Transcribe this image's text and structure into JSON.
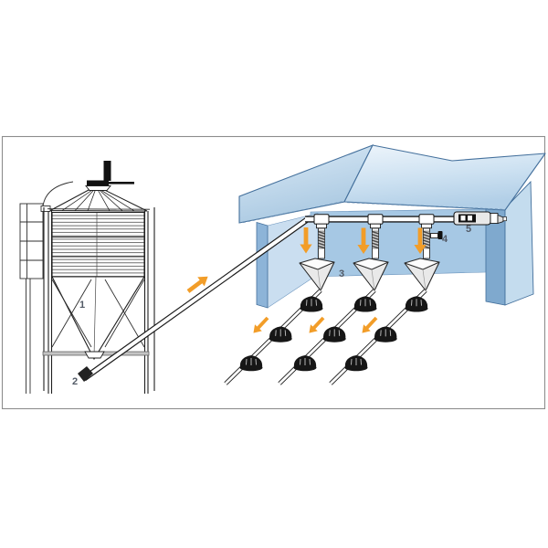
{
  "figure": {
    "type": "technical-diagram",
    "subject": "Automatic poultry pan feeding system: feed silo with inclined auger conveyor filling a house feed pipe with drop tubes, hoppers and pan feeder lines",
    "background_color": "#ffffff",
    "frame_border_color": "#8d8d8d"
  },
  "callouts": [
    {
      "number": "1",
      "part": "feed-silo-bin"
    },
    {
      "number": "2",
      "part": "silo-outlet-auger-intake"
    },
    {
      "number": "3",
      "part": "feed-hopper"
    },
    {
      "number": "4",
      "part": "shut-off-valve"
    },
    {
      "number": "5",
      "part": "feed-control-unit"
    }
  ],
  "colors": {
    "arrow_orange": "#f29d28",
    "wall_back": "#a6c8e4",
    "wall_left_inner": "#cadef0",
    "wall_left_edge": "#8db4d8",
    "wall_right_inner": "#7fa9ce",
    "wall_right_outer": "#c4dcee",
    "roof_edge_blue": "#44709c",
    "line_dark": "#1a1a1a",
    "label_text": "#525a66"
  }
}
